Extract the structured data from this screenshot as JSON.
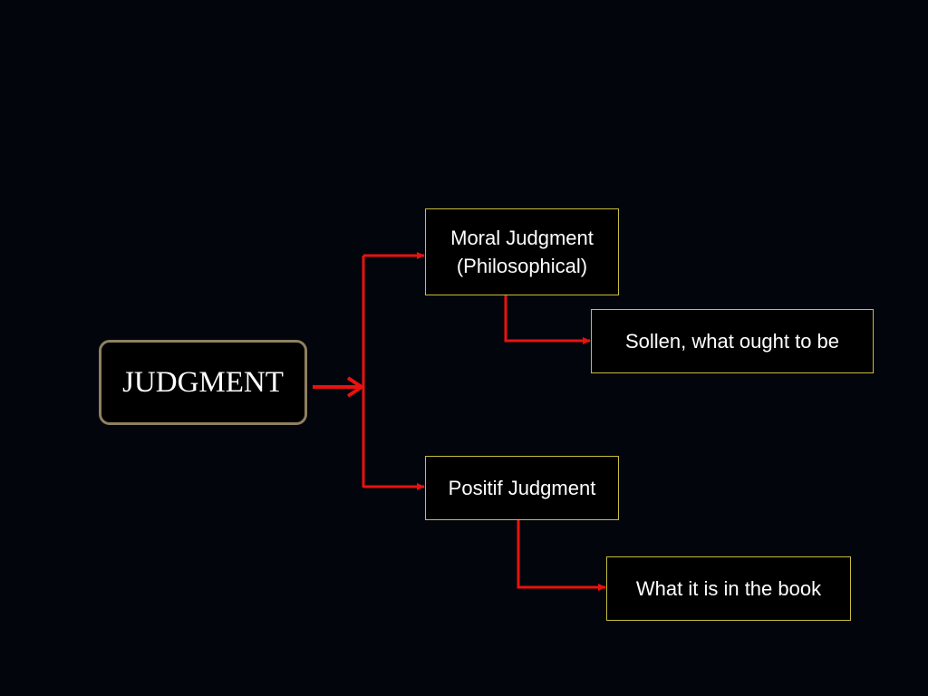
{
  "diagram": {
    "root": {
      "label": "JUDGMENT"
    },
    "moral": {
      "line1": "Moral Judgment",
      "line2": "(Philosophical)"
    },
    "sollen": {
      "label": "Sollen, what ought to be"
    },
    "positif": {
      "label": "Positif Judgment"
    },
    "what_it_is": {
      "label": "What it is in the book"
    }
  },
  "colors": {
    "background": "#03050d",
    "connector": "#e8120e",
    "root_border": "#8f8060",
    "node_border": "#c8bc3c",
    "text": "#ffffff"
  }
}
